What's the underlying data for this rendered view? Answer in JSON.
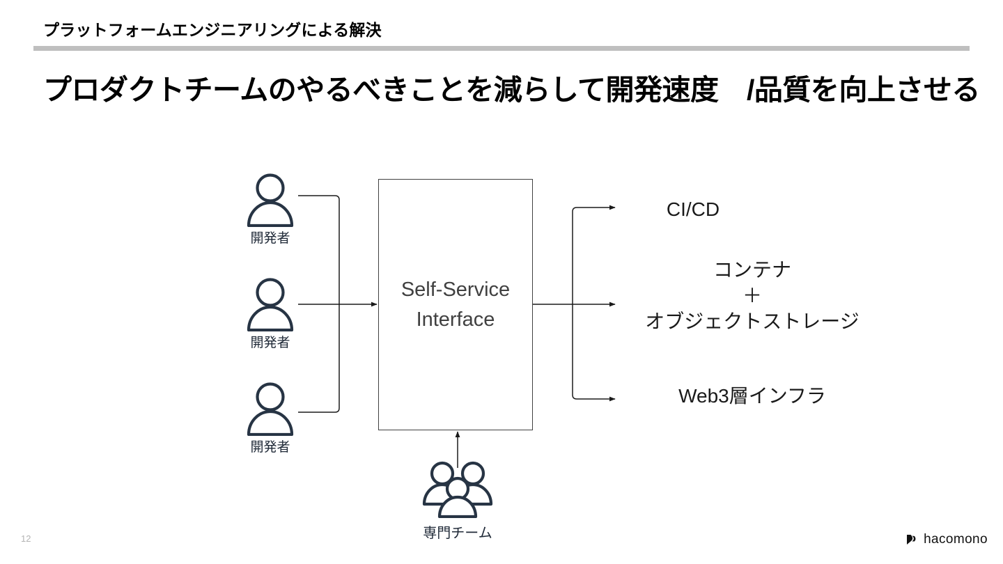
{
  "slide": {
    "page_number": "12",
    "header_label": "プラットフォームエンジニアリングによる解決",
    "title": "プロダクトチームのやるべきことを減らして開発速度　/品質を向上させる"
  },
  "diagram": {
    "actors": [
      {
        "id": "dev-1",
        "label": "開発者",
        "icon": "person-icon"
      },
      {
        "id": "dev-2",
        "label": "開発者",
        "icon": "person-icon"
      },
      {
        "id": "dev-3",
        "label": "開発者",
        "icon": "person-icon"
      }
    ],
    "platform_team": {
      "label": "専門チーム",
      "icon": "people-group-icon"
    },
    "interface_box": {
      "label": "Self-Service\nInterface"
    },
    "outputs": [
      {
        "id": "out-cicd",
        "label": "CI/CD"
      },
      {
        "id": "out-container",
        "label": "コンテナ\n＋\nオブジェクトストレージ"
      },
      {
        "id": "out-web3",
        "label": "Web3層インフラ"
      }
    ]
  },
  "footer": {
    "brand_name": "hacomono"
  },
  "colors": {
    "header_rule": "#bfbfbf",
    "icon": "#273444",
    "box_border": "#404040",
    "box_text": "#404040",
    "connector": "#1a1a1a",
    "page_number": "#b3b3b3",
    "title": "#000000"
  }
}
